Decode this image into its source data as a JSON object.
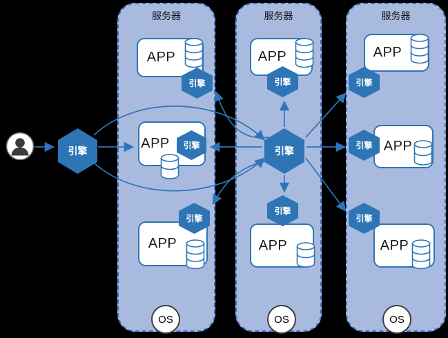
{
  "user": {
    "engine_label": "引擎"
  },
  "central_engine_label": "引擎",
  "servers": [
    {
      "label": "服务器",
      "os": "OS",
      "apps": [
        {
          "label": "APP",
          "engine": "引擎",
          "database": true
        },
        {
          "label": "APP",
          "engine": "引擎",
          "database": true
        },
        {
          "label": "APP",
          "engine": "引擎",
          "database": true
        }
      ]
    },
    {
      "label": "服务器",
      "os": "OS",
      "apps": [
        {
          "label": "APP",
          "engine": "引擎",
          "database": true
        },
        {
          "label": "APP",
          "engine": "引擎",
          "database": true
        }
      ]
    },
    {
      "label": "服务器",
      "os": "OS",
      "apps": [
        {
          "label": "APP",
          "engine": "引擎",
          "database": true
        },
        {
          "label": "APP",
          "engine": "引擎",
          "database": true
        },
        {
          "label": "APP",
          "engine": "引擎",
          "database": true
        }
      ]
    }
  ],
  "colors": {
    "background": "#000000",
    "server_fill": "#A9BADF",
    "server_border": "#4472C4",
    "engine_fill": "#2E75B6",
    "engine_text": "#FFFFFF",
    "app_fill": "#FFFFFF",
    "app_border": "#2E75B6",
    "arrow": "#2E75B6",
    "os_fill": "#FFFFFF"
  }
}
